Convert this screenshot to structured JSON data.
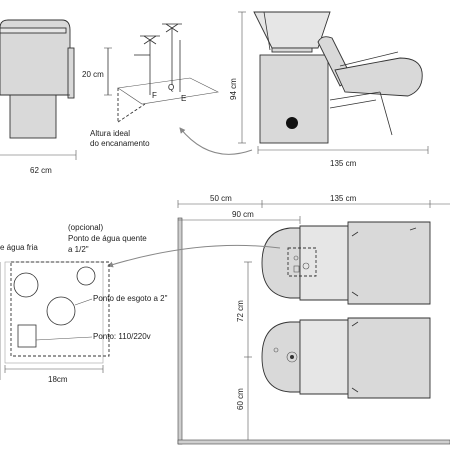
{
  "labels": {
    "front_width": "62 cm",
    "height_20": "20 cm",
    "valve_f": "F",
    "valve_q": "Q",
    "valve_e": "E",
    "ideal_height_1": "Altura ideal",
    "ideal_height_2": "do encanamento",
    "side_height": "94 cm",
    "side_length": "135 cm",
    "top_50": "50 cm",
    "top_135": "135 cm",
    "top_90": "90 cm",
    "optional_1": "(opcional)",
    "optional_2": "Ponto de água quente",
    "optional_3": "a 1/2\"",
    "cold_water": "e água fria",
    "drain": "Ponto de esgoto a 2\"",
    "power": "Ponto: 110/220v",
    "box_width": "18cm",
    "dim_72": "72 cm",
    "dim_60": "60 cm"
  },
  "colors": {
    "chair_fill": "#d9d9d9",
    "wall_fill": "#cfcfcf",
    "line": "#333333",
    "arrow": "#888888"
  }
}
